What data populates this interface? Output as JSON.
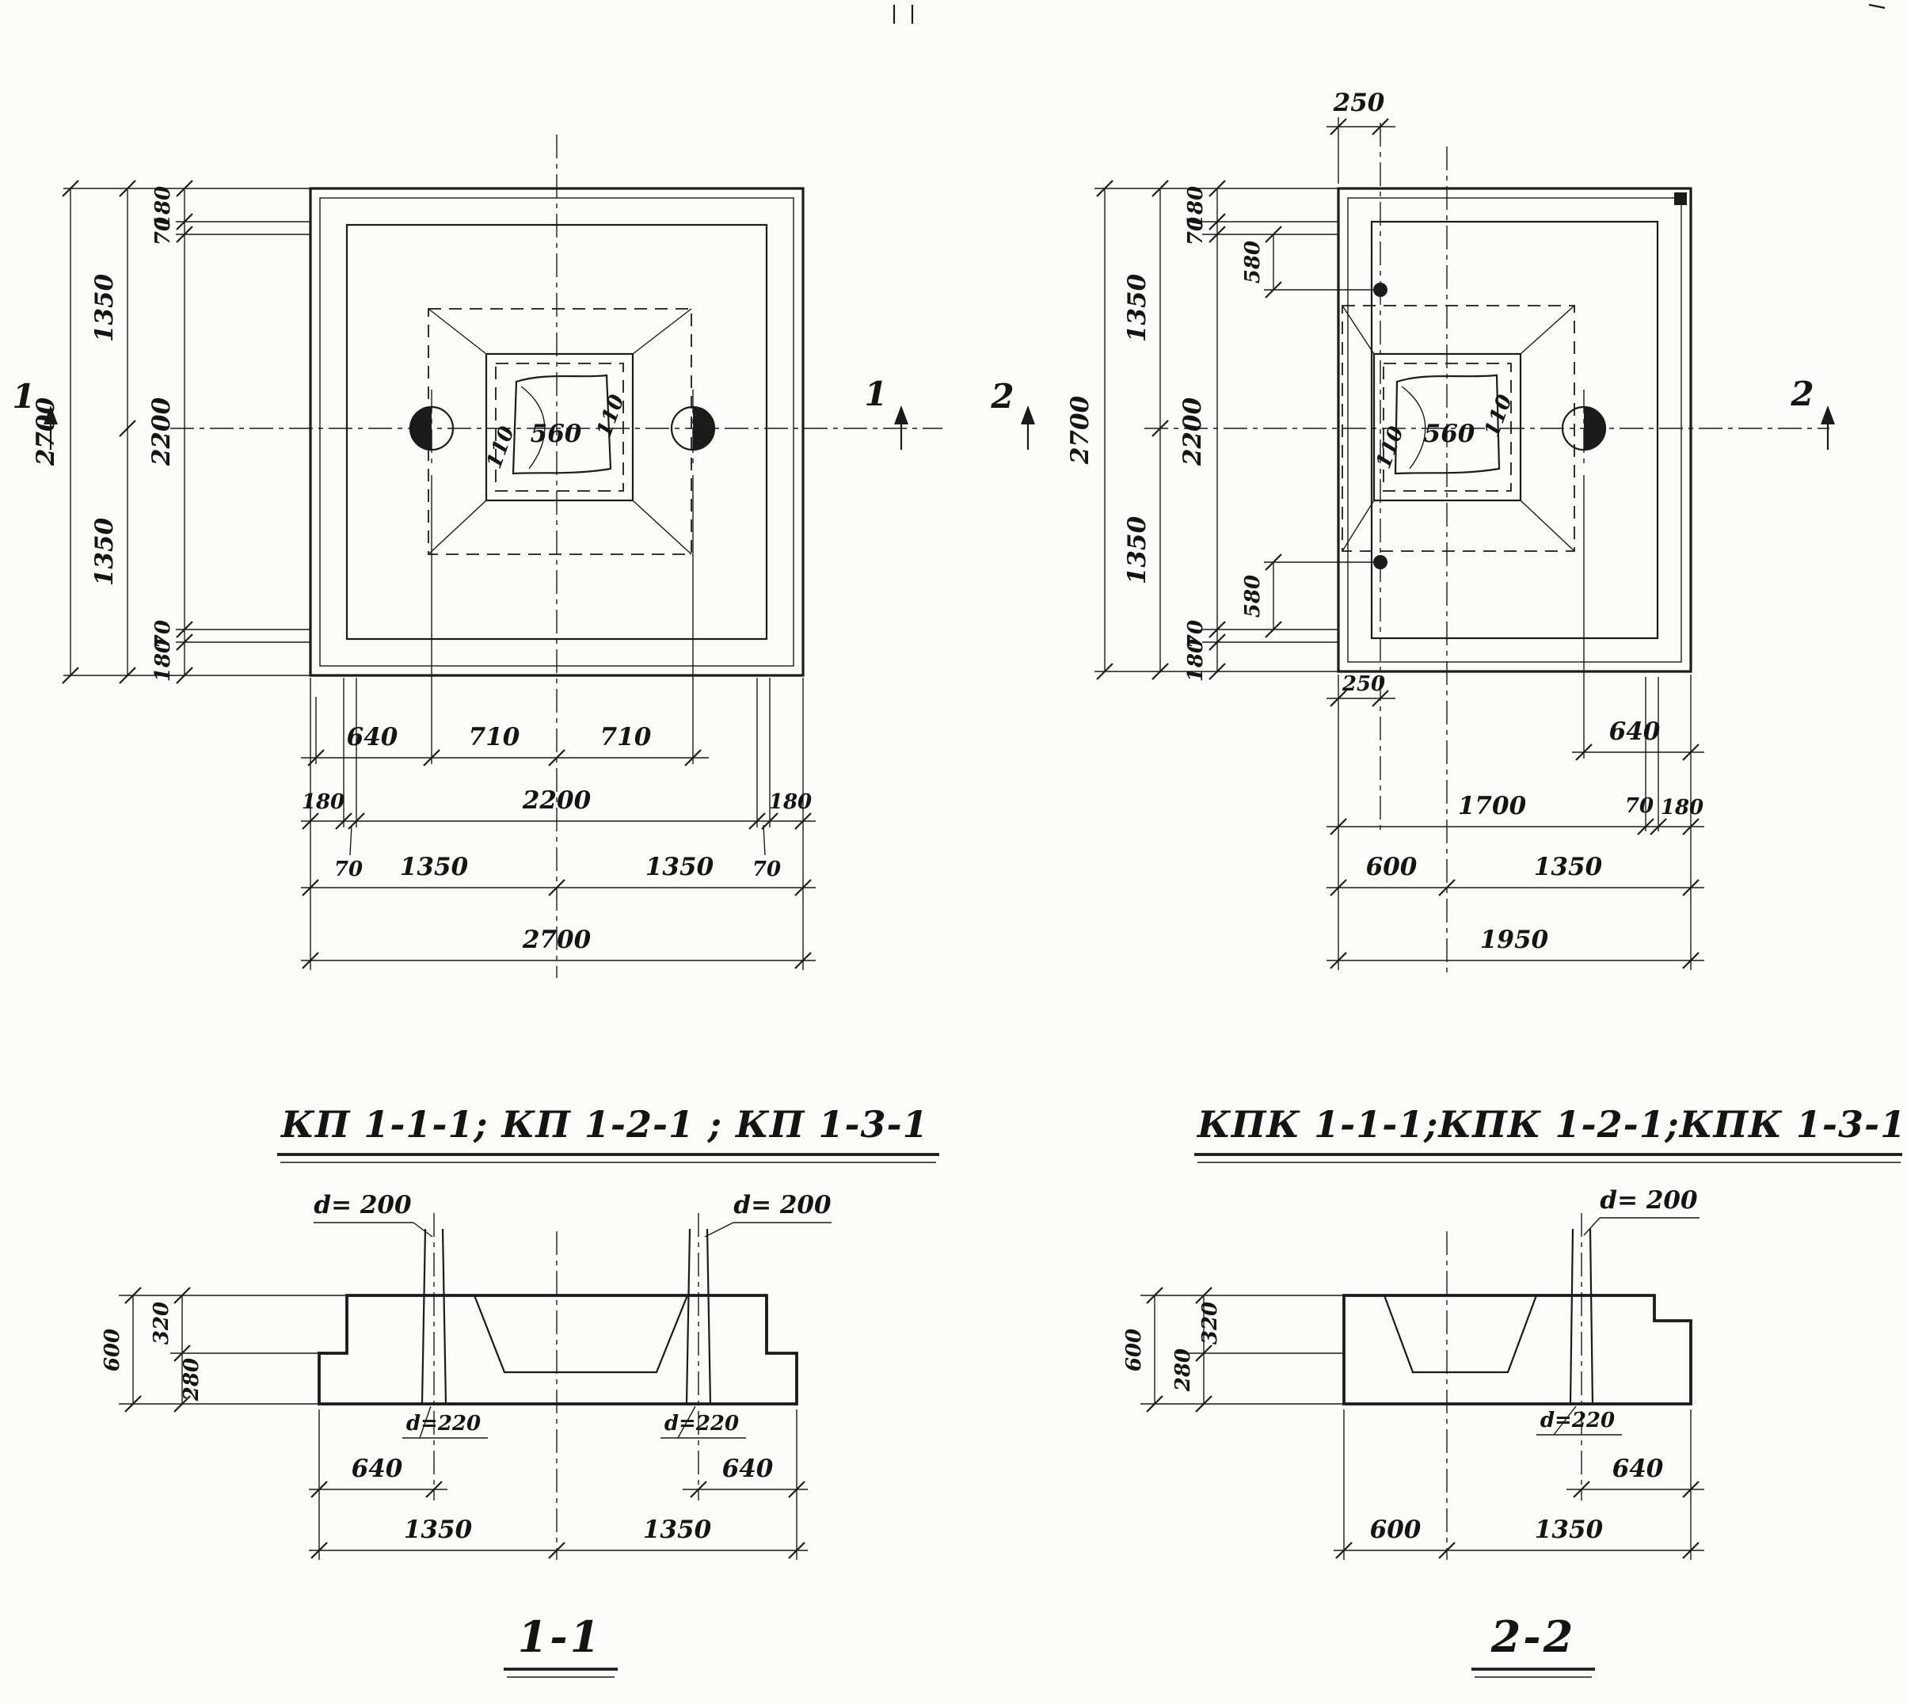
{
  "titles": {
    "plan_left": "КП 1-1-1; КП 1-2-1 ; КП 1-3-1",
    "plan_right": "КПК 1-1-1;КПК 1-2-1;КПК 1-3-1",
    "section_left": "1-1",
    "section_right": "2-2"
  },
  "marks": {
    "section1": "1",
    "section2": "2"
  },
  "dims": {
    "2700": "2700",
    "1350": "1350",
    "2200": "2200",
    "180": "180",
    "70": "70",
    "640": "640",
    "710": "710",
    "560": "560",
    "110": "110",
    "250": "250",
    "580": "580",
    "1700": "1700",
    "600": "600",
    "1950": "1950",
    "320": "320",
    "280": "280",
    "d200": "d= 200",
    "d220": "d=220"
  }
}
